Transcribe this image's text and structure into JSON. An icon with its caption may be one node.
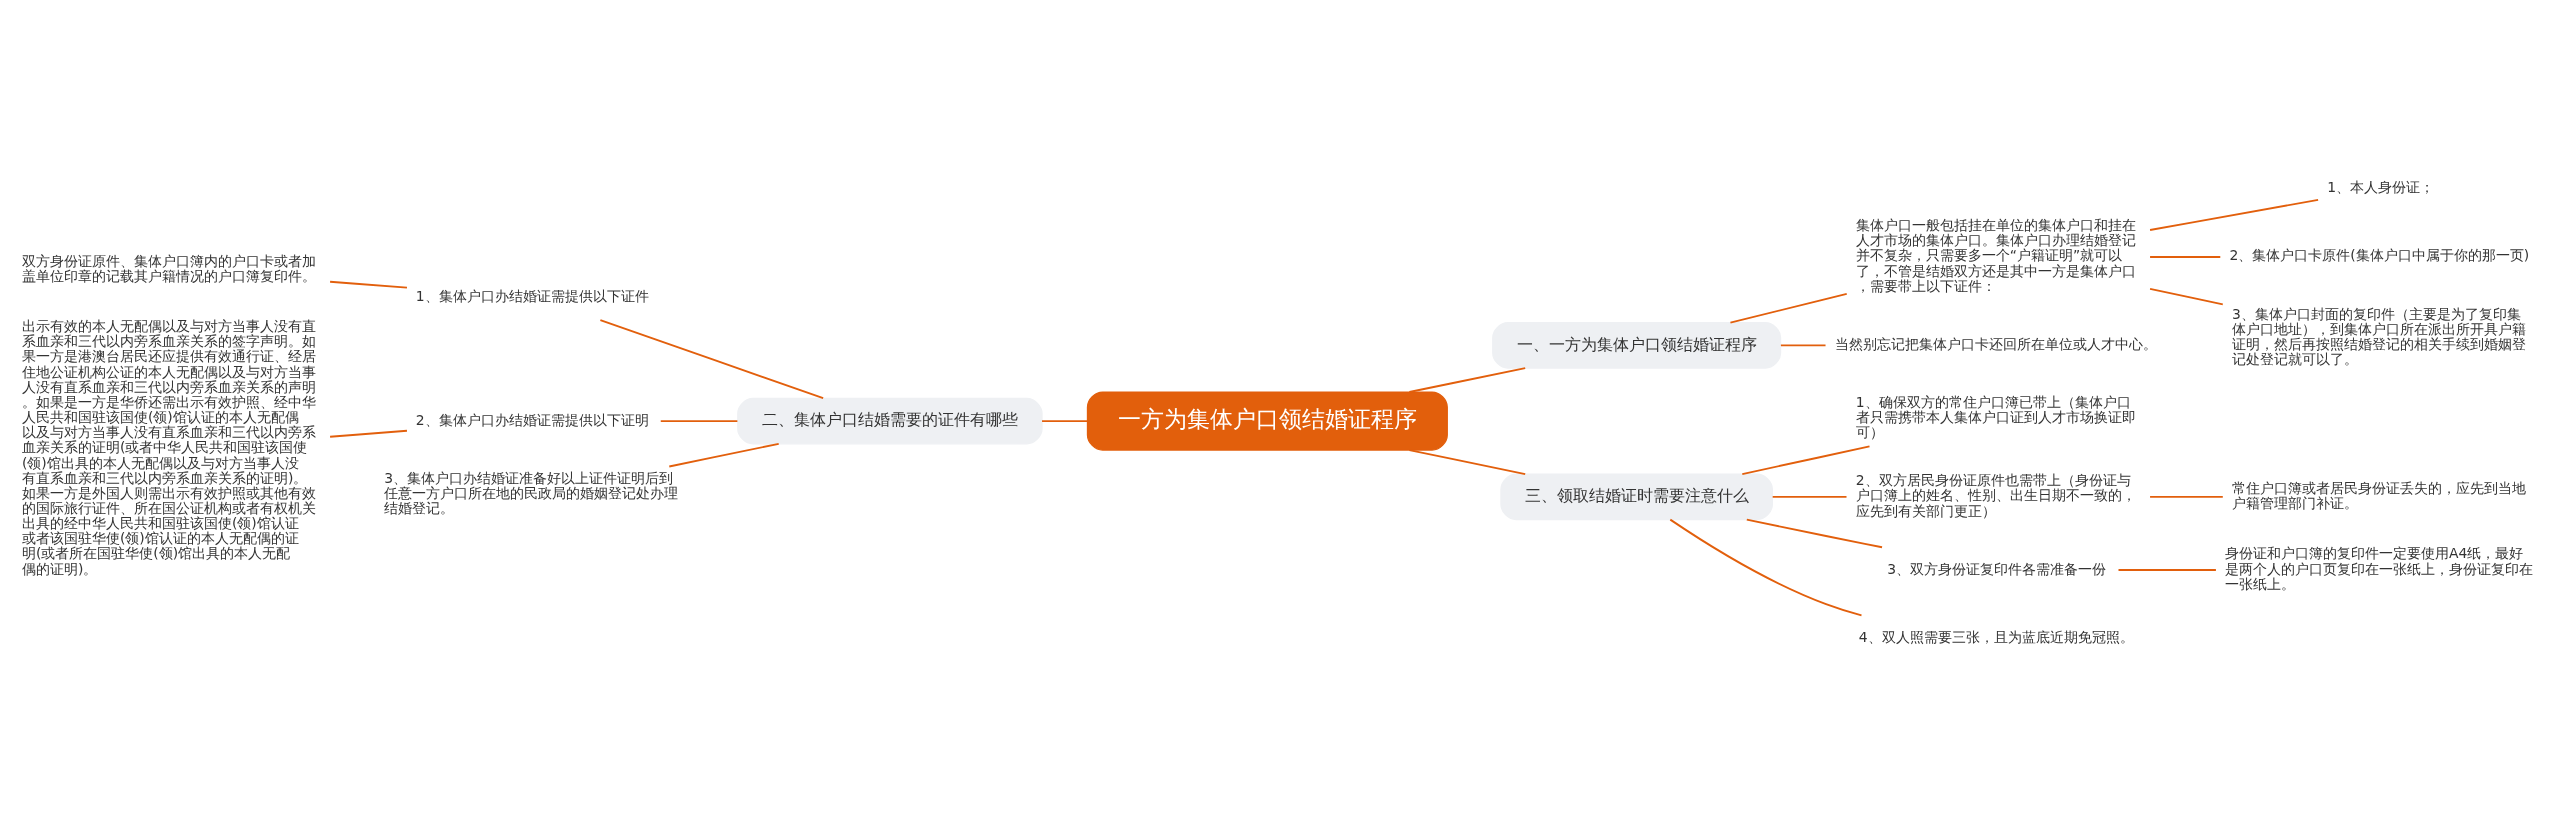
{
  "diagram": {
    "nodes": [
      {
        "text": [
          "一方为集体户口领结婚证程序"
        ]
      },
      {
        "text": [
          "一、一方为集体户口领结婚证程序"
        ]
      },
      {
        "text": [
          "集体户口一般包括挂在单位的集体户口和挂在人才市场的集体户口。集体户口办理结婚登记并不复杂，只需要多一个“户籍证明”就可以了，不管是结婚双方还是其中一方是集体户口，需要带上以下证件："
        ]
      },
      {
        "text": [
          "1、本人身份证；"
        ]
      },
      {
        "text": [
          "2、集体户口卡原件(集体户口中属于你的那一页)"
        ]
      },
      {
        "text": [
          "3、集体户口封面的复印件（主要是为了复印集体户口地址），到集体户口所在派出所开具户籍证明，然后再按照结婚登记的相关手续到婚姻登记处登记就可以了。"
        ]
      },
      {
        "text": [
          "当然别忘记把集体户口卡还回所在单位或人才中心。"
        ]
      },
      {
        "text": [
          "二、集体户口结婚需要的证件有哪些"
        ]
      },
      {
        "text": [
          "1、集体户口办结婚证需提供以下证件"
        ]
      },
      {
        "text": [
          "双方身份证原件、集体户口簿内的户口卡或者加盖单位印章的记载其户籍情况的户口簿复印件。"
        ]
      },
      {
        "text": [
          "2、集体户口办结婚证需提供以下证明"
        ]
      },
      {
        "text": [
          "出示有效的本人无配偶以及与对方当事人没有直系血亲和三代以内旁系血亲关系的签字声明。如果一方是港澳台居民还应提供有效通行证、经居住地公证机构公证的本人无配偶以及与对方当事人没有直系血亲和三代以内旁系血亲关系的声明。如果是一方是华侨还需出示有效护照、经中华人民共和国驻该国使(领)馆认证的本人无配偶以及与对方当事人没有直系血亲和三代以内旁系血亲关系的证明(或者中华人民共和国驻该国使(领)馆出具的本人无配偶以及与对方当事人没有直系血亲和三代以内旁系血亲关系的证明)。如果一方是外国人则需出示有效护照或其他有效的国际旅行证件、所在国公证机构或者有权机关出具的经中华人民共和国驻该国使(领)馆认证或者该国驻华使(领)馆认证的本人无配偶的证明(或者所在国驻华使(领)馆出具的本人无配偶的证明)。"
        ]
      },
      {
        "text": [
          "3、集体户口办结婚证准备好以上证件证明后到任意一方户口所在地的民政局的婚姻登记处办理结婚登记。"
        ]
      },
      {
        "text": [
          "三、领取结婚证时需要注意什么"
        ]
      },
      {
        "text": [
          "1、确保双方的常住户口簿已带上（集体户口者只需携带本人集体户口证到人才市场换证即可）"
        ]
      },
      {
        "text": [
          "2、双方居民身份证原件也需带上（身份证与户口簿上的姓名、性别、出生日期不一致的，应先到有关部门更正）"
        ]
      },
      {
        "text": [
          "常住户口簿或者居民身份证丢失的，应先到当地户籍管理部门补证。"
        ]
      },
      {
        "text": [
          "3、双方身份证复印件各需准备一份"
        ]
      },
      {
        "text": [
          "身份证和户口簿的复印件一定要使用A4纸，最好是两个人的户口页复印在一张纸上，身份证复印在一张纸上。"
        ]
      },
      {
        "text": [
          "4、双人照需要三张，且为蓝底近期免冠照。"
        ]
      }
    ],
    "edges": [
      {
        "from": 0,
        "to": 1,
        "arrow": "none"
      },
      {
        "from": 1,
        "to": 2,
        "arrow": "none"
      },
      {
        "from": 2,
        "to": 3,
        "arrow": "none"
      },
      {
        "from": 2,
        "to": 4,
        "arrow": "none"
      },
      {
        "from": 2,
        "to": 5,
        "arrow": "none"
      },
      {
        "from": 1,
        "to": 6,
        "arrow": "none"
      },
      {
        "from": 0,
        "to": 7,
        "arrow": "none"
      },
      {
        "from": 7,
        "to": 8,
        "arrow": "none"
      },
      {
        "from": 8,
        "to": 9,
        "arrow": "none"
      },
      {
        "from": 7,
        "to": 10,
        "arrow": "none"
      },
      {
        "from": 10,
        "to": 11,
        "arrow": "none"
      },
      {
        "from": 7,
        "to": 12,
        "arrow": "none"
      },
      {
        "from": 0,
        "to": 13,
        "arrow": "none"
      },
      {
        "from": 13,
        "to": 14,
        "arrow": "none"
      },
      {
        "from": 13,
        "to": 15,
        "arrow": "none"
      },
      {
        "from": 15,
        "to": 16,
        "arrow": "none"
      },
      {
        "from": 13,
        "to": 17,
        "arrow": "none"
      },
      {
        "from": 17,
        "to": 18,
        "arrow": "none"
      },
      {
        "from": 13,
        "to": 19,
        "arrow": "none"
      }
    ]
  }
}
